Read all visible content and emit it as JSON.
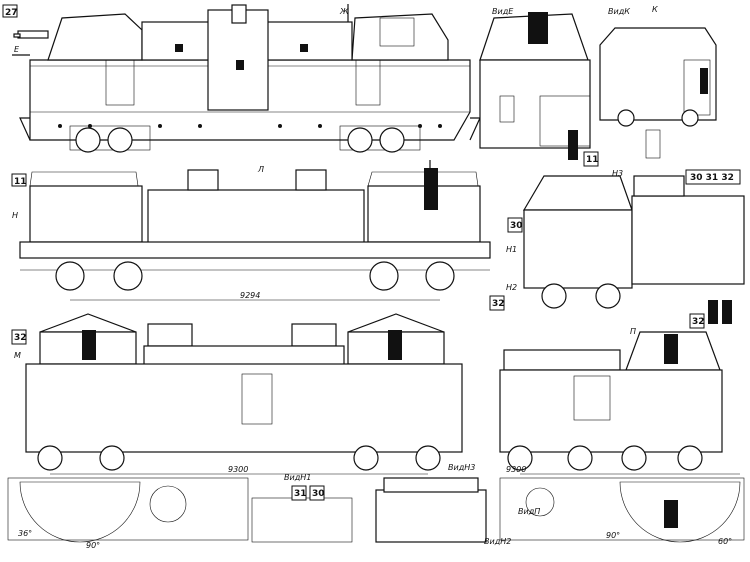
{
  "figure_numbers": {
    "top_left": "27",
    "middle_left": "11",
    "view_e_tag": "11",
    "right_middle": "30",
    "right_top_list": [
      "30",
      "31",
      "32"
    ],
    "bottom_left": "32",
    "right_small_1": "32",
    "right_small_2": "32",
    "bottom_strip_1": "31",
    "bottom_strip_2": "30"
  },
  "view_labels": {
    "view_e": "ВидЕ",
    "view_k": "ВидК",
    "view_h1": "ВидН1",
    "view_h3": "ВидН3",
    "view_h2": "ВидН2",
    "view_p": "ВидП"
  },
  "arrow_letters": {
    "e": "Е",
    "zh": "Ж",
    "k": "К",
    "n": "Н",
    "l": "Л",
    "n3": "Н3",
    "n1": "Н1",
    "n2": "Н2",
    "m": "М",
    "p": "П"
  },
  "dimensions": {
    "middle": "9294",
    "bottom_left": "9300",
    "bottom_right": "9300"
  },
  "angles": {
    "left": "36°",
    "center": "90°",
    "right_1": "90°",
    "right_2": "60°"
  }
}
